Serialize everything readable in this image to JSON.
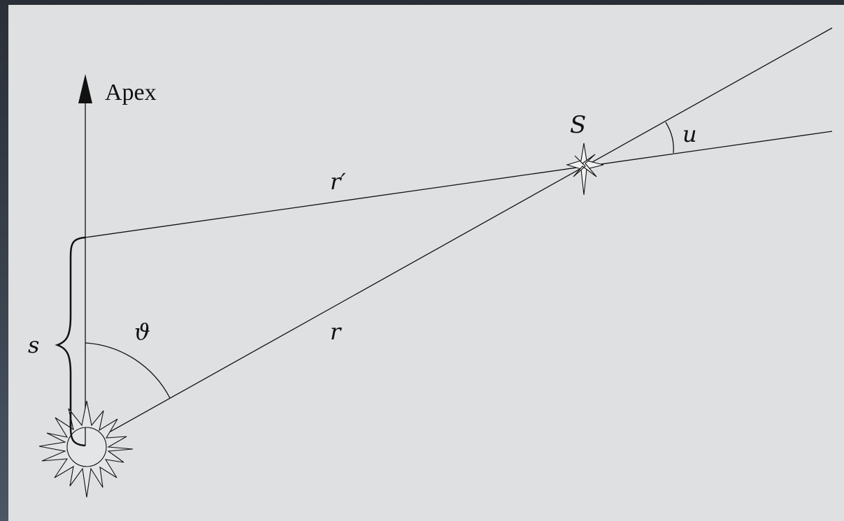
{
  "diagram": {
    "labels": {
      "apex": "Apex",
      "star": "S",
      "angle_u": "u",
      "r_prime": "r′",
      "r": "r",
      "theta": "ϑ",
      "s": "s"
    },
    "icons": {
      "sun": "sun-icon",
      "star": "star-icon",
      "arrow": "arrowhead-icon"
    },
    "colors": {
      "background": "#dfe0e1",
      "ink": "#111111"
    }
  }
}
